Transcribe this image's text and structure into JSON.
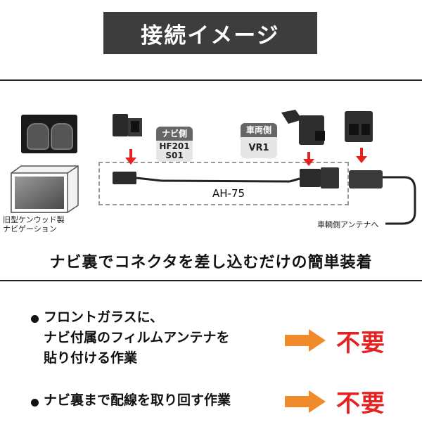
{
  "title": "接続イメージ",
  "diagram": {
    "old_nav_label_line1": "旧型ケンウッド製",
    "old_nav_label_line2": "ナビゲーション",
    "nav_side_tag_head": "ナビ側",
    "nav_side_tag_line1": "HF201",
    "nav_side_tag_line2": "S01",
    "vehicle_side_tag_head": "車両側",
    "vehicle_side_tag_line1": "VR1",
    "product_label": "AH-75",
    "vehicle_antenna_label": "車輌側アンテナへ"
  },
  "headline": "ナビ裏でコネクタを差し込むだけの簡単装着",
  "benefits": [
    {
      "lines": [
        "フロントガラスに、",
        "ナビ付属のフィルムアンテナを",
        "貼り付ける作業"
      ],
      "result": "不要"
    },
    {
      "lines": [
        "ナビ裏まで配線を取り回す作業"
      ],
      "result": "不要"
    }
  ],
  "colors": {
    "title_bg": "#3d3d3d",
    "accent_red": "#e52222",
    "arrow_orange": "#f08a2a"
  }
}
